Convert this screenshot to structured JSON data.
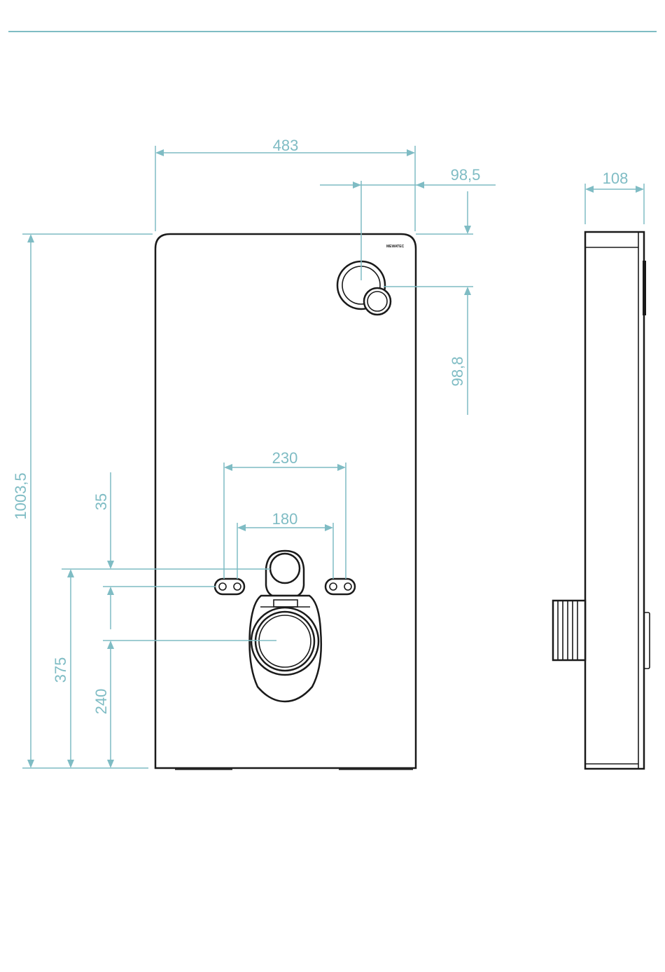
{
  "logo": {
    "text": "MEWATEC"
  },
  "dimensions": {
    "width": "483",
    "button_offset_x": "98,5",
    "depth": "108",
    "button_offset_y": "98,8",
    "height": "1003,5",
    "fixing_outer": "230",
    "fixing_inner": "180",
    "fixing_gap": "35",
    "fixing_height": "375",
    "outlet_height": "240"
  },
  "colors": {
    "dimension_line": "#7fbcc4",
    "outline": "#1a1a1a",
    "background": "#ffffff"
  }
}
